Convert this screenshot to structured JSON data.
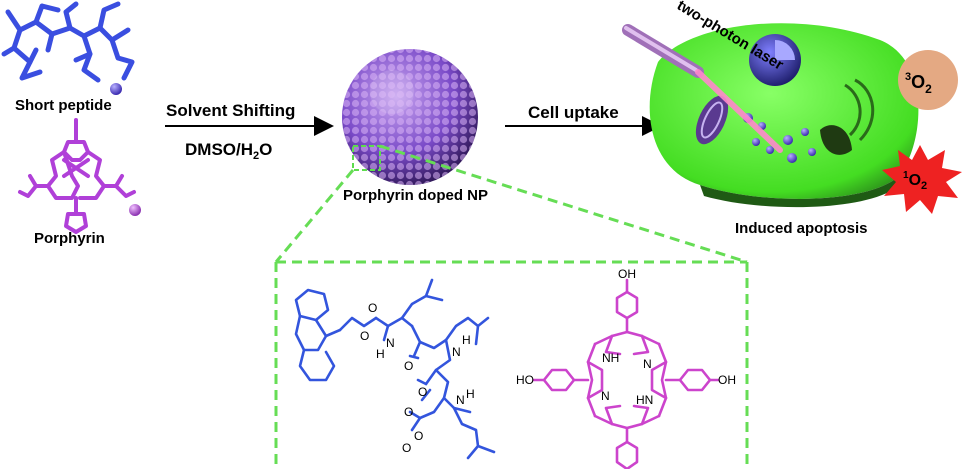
{
  "labels": {
    "short_peptide": "Short peptide",
    "porphyrin": "Porphyrin",
    "solvent_shifting": "Solvent Shifting",
    "solvent_sub_a": "DMSO/H",
    "solvent_sub_b": "2",
    "solvent_sub_c": "O",
    "np_label": "Porphyrin doped NP",
    "cell_uptake": "Cell uptake",
    "laser": "two-photon laser",
    "apoptosis": "Induced apoptosis",
    "o2_triplet_sup": "3",
    "o2_triplet_main": "O",
    "o2_triplet_sub": "2",
    "o2_singlet_sup": "1",
    "o2_singlet_main": "O",
    "o2_singlet_sub": "2"
  },
  "atoms": {
    "peptide": {
      "n1": "N",
      "n2": "N",
      "n3": "N",
      "o1": "O",
      "o2": "O",
      "o3": "O",
      "o4": "O",
      "o5": "O",
      "o6": "O",
      "o7": "O",
      "h1": "H",
      "h2": "H",
      "h3": "H"
    },
    "porphyrin": {
      "oh_top": "OH",
      "oh_left": "HO",
      "oh_right": "OH",
      "nh_top": "NH",
      "nh_bottom": "HN",
      "n_left": "N",
      "n_right": "N"
    }
  },
  "colors": {
    "peptide": "#3355dd",
    "porphyrin": "#c040d0",
    "nanoparticle": "#8a5ad0",
    "cell": "#55ee33",
    "dashed_box": "#66dd55",
    "triplet_oxygen": "#e4a983",
    "singlet_oxygen": "#ee2222",
    "laser": "#cc88cc"
  },
  "icons": [
    "peptide-3d-structure",
    "porphyrin-3d-structure",
    "nanoparticle-sphere",
    "cell-illustration",
    "laser-beam",
    "starburst"
  ]
}
